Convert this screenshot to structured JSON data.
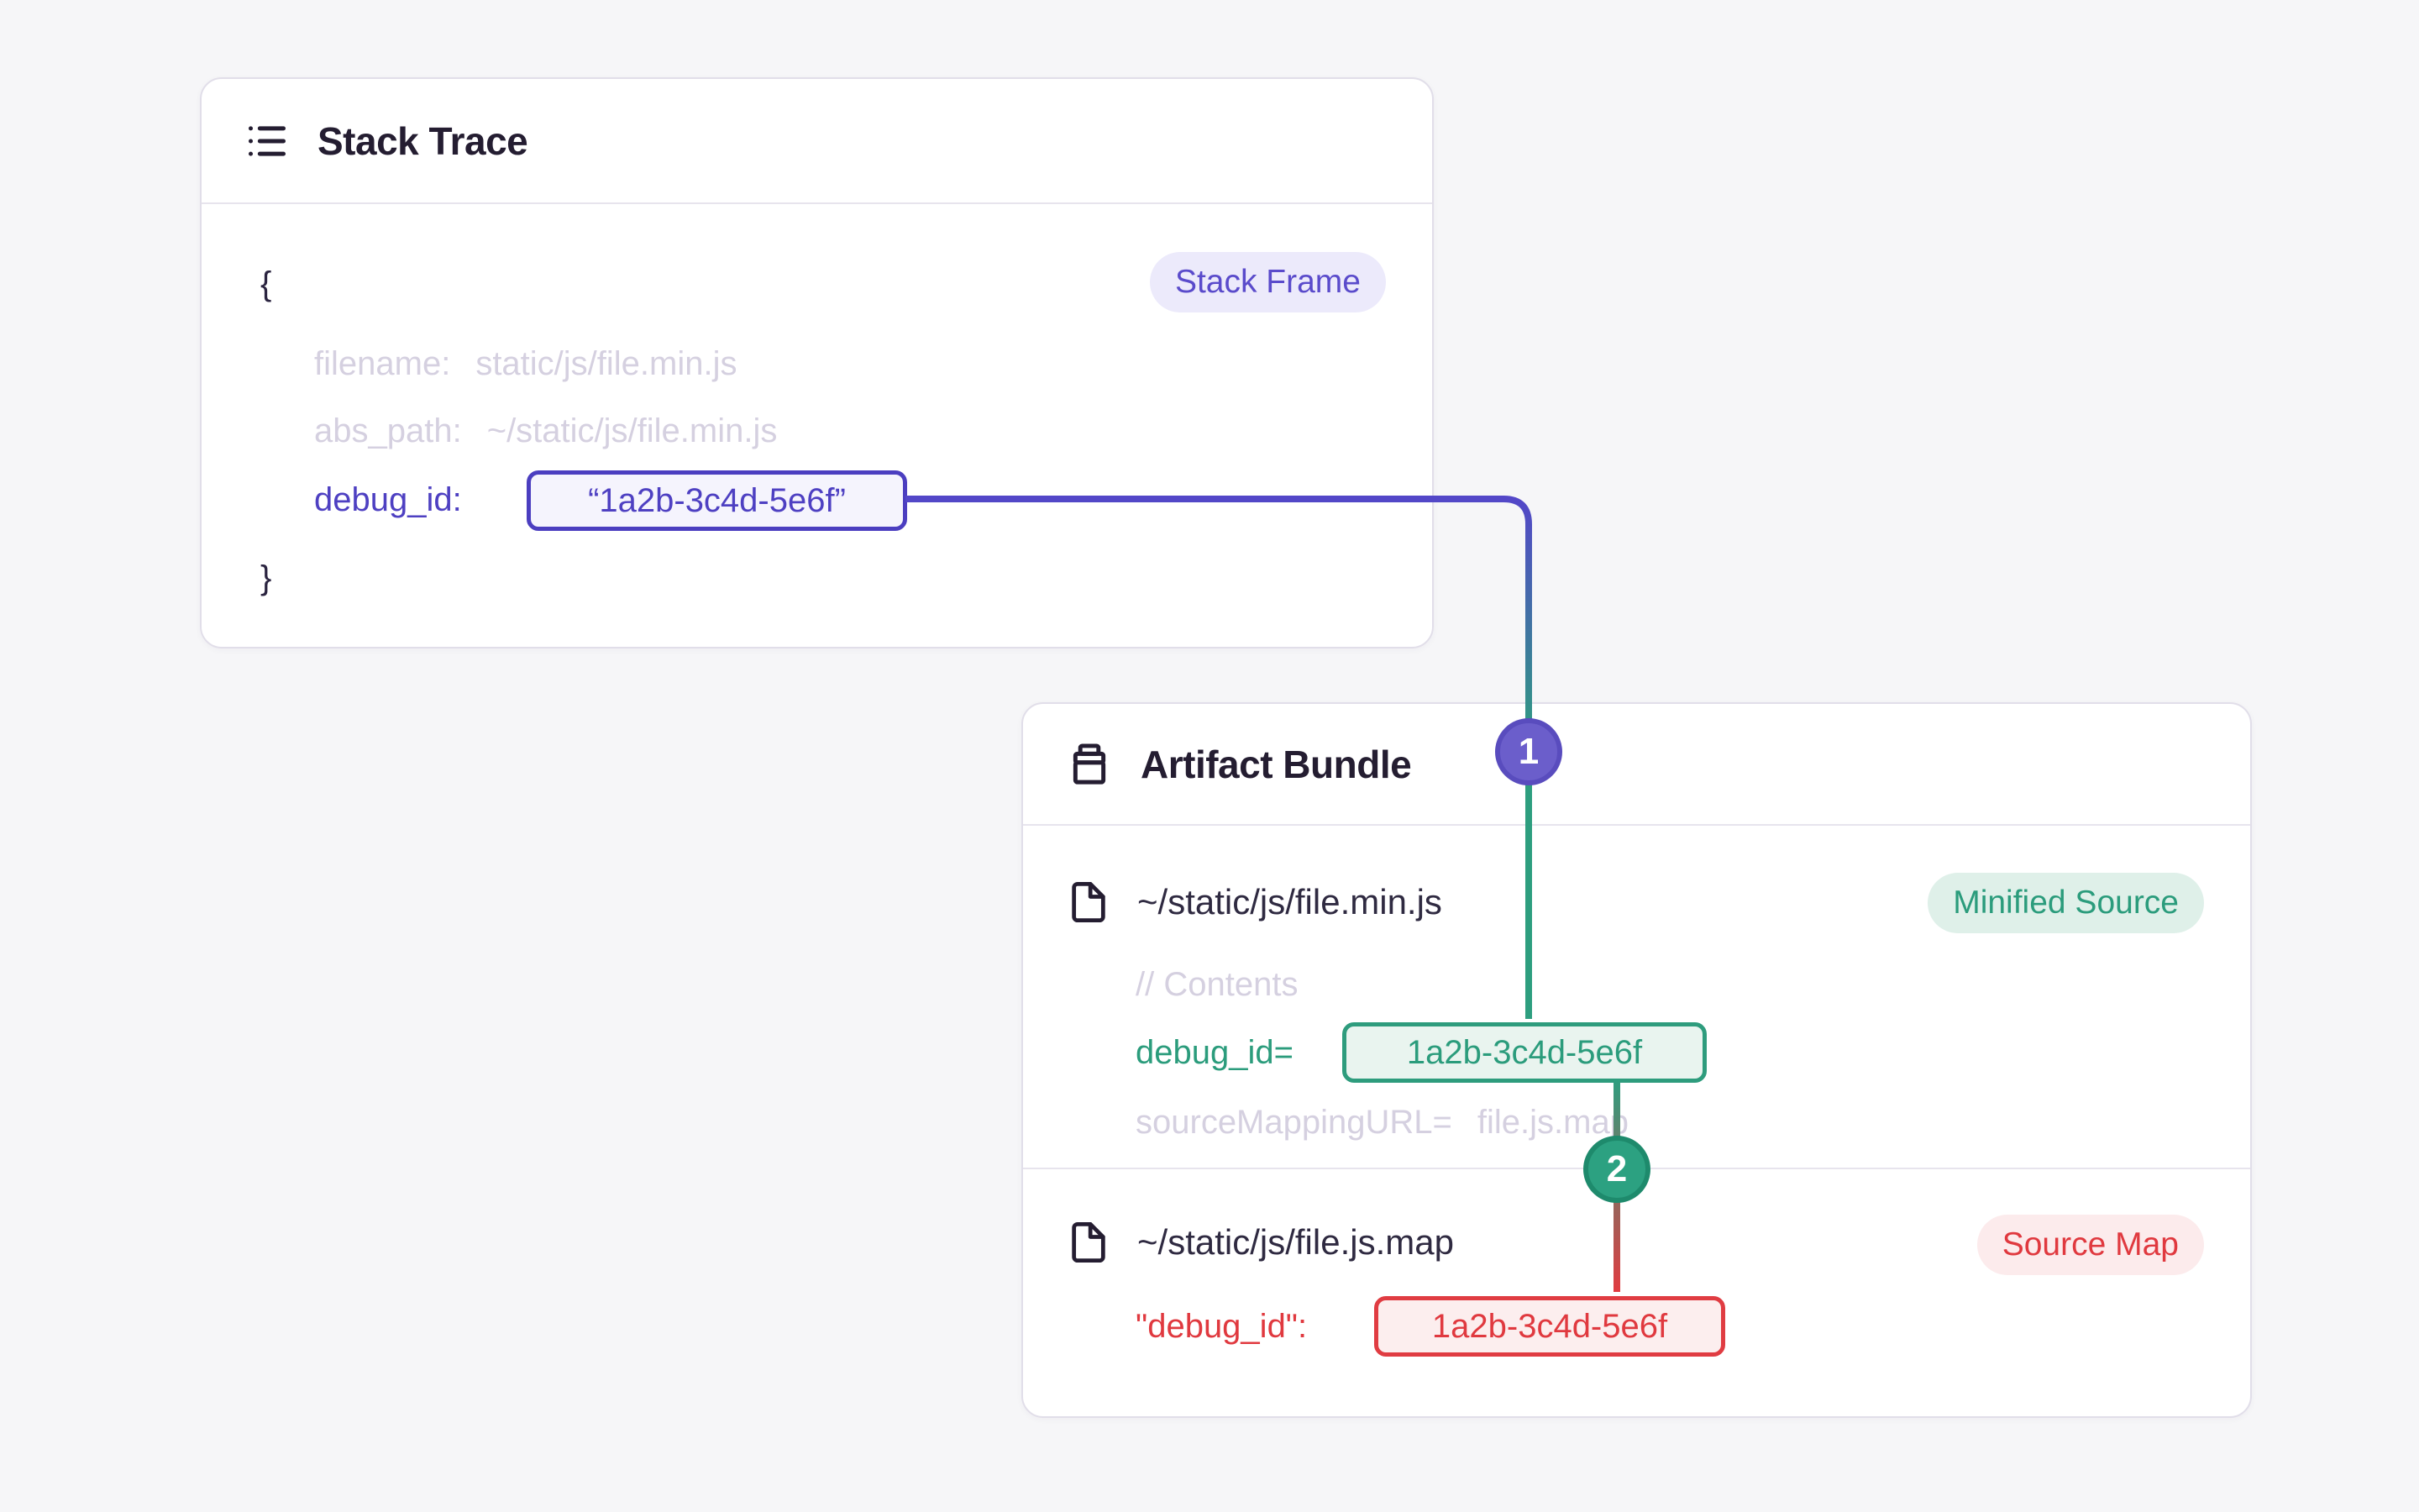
{
  "colors": {
    "page_background": "#F6F6F8",
    "card_background": "#FFFFFF",
    "card_border": "#E1DEE9",
    "title_text": "#241D31",
    "muted_code_text": "#D5D0E0",
    "purple_accent": "#4E40C2",
    "green_accent": "#2B9C7C",
    "red_accent": "#E0393F",
    "step1_circle": "#6B5ECB",
    "step2_circle": "#2CA181",
    "connector_gradient_1": [
      "#5347C8",
      "#2E9E7F"
    ],
    "connector_gradient_2": [
      "#2E9E7F",
      "#E13C41"
    ]
  },
  "stack_trace": {
    "title": "Stack Trace",
    "badge": "Stack Frame",
    "brace_open": "{",
    "brace_close": "}",
    "rows": {
      "filename": {
        "label": "filename:",
        "value": "static/js/file.min.js"
      },
      "abs_path": {
        "label": "abs_path:",
        "value": "~/static/js/file.min.js"
      },
      "debug_id": {
        "label": "debug_id:",
        "value": "“1a2b-3c4d-5e6f”"
      }
    }
  },
  "artifact_bundle": {
    "title": "Artifact Bundle",
    "minified": {
      "path": "~/static/js/file.min.js",
      "badge": "Minified Source",
      "comment": "// Contents",
      "debug": {
        "label": "debug_id=",
        "value": "1a2b-3c4d-5e6f"
      },
      "source_mapping": {
        "label": "sourceMappingURL=",
        "value": "file.js.map"
      }
    },
    "sourcemap": {
      "path": "~/static/js/file.js.map",
      "badge": "Source Map",
      "debug": {
        "label": "\"debug_id\":",
        "value": "1a2b-3c4d-5e6f"
      }
    }
  },
  "connectors": {
    "step1": {
      "label": "1"
    },
    "step2": {
      "label": "2"
    }
  }
}
